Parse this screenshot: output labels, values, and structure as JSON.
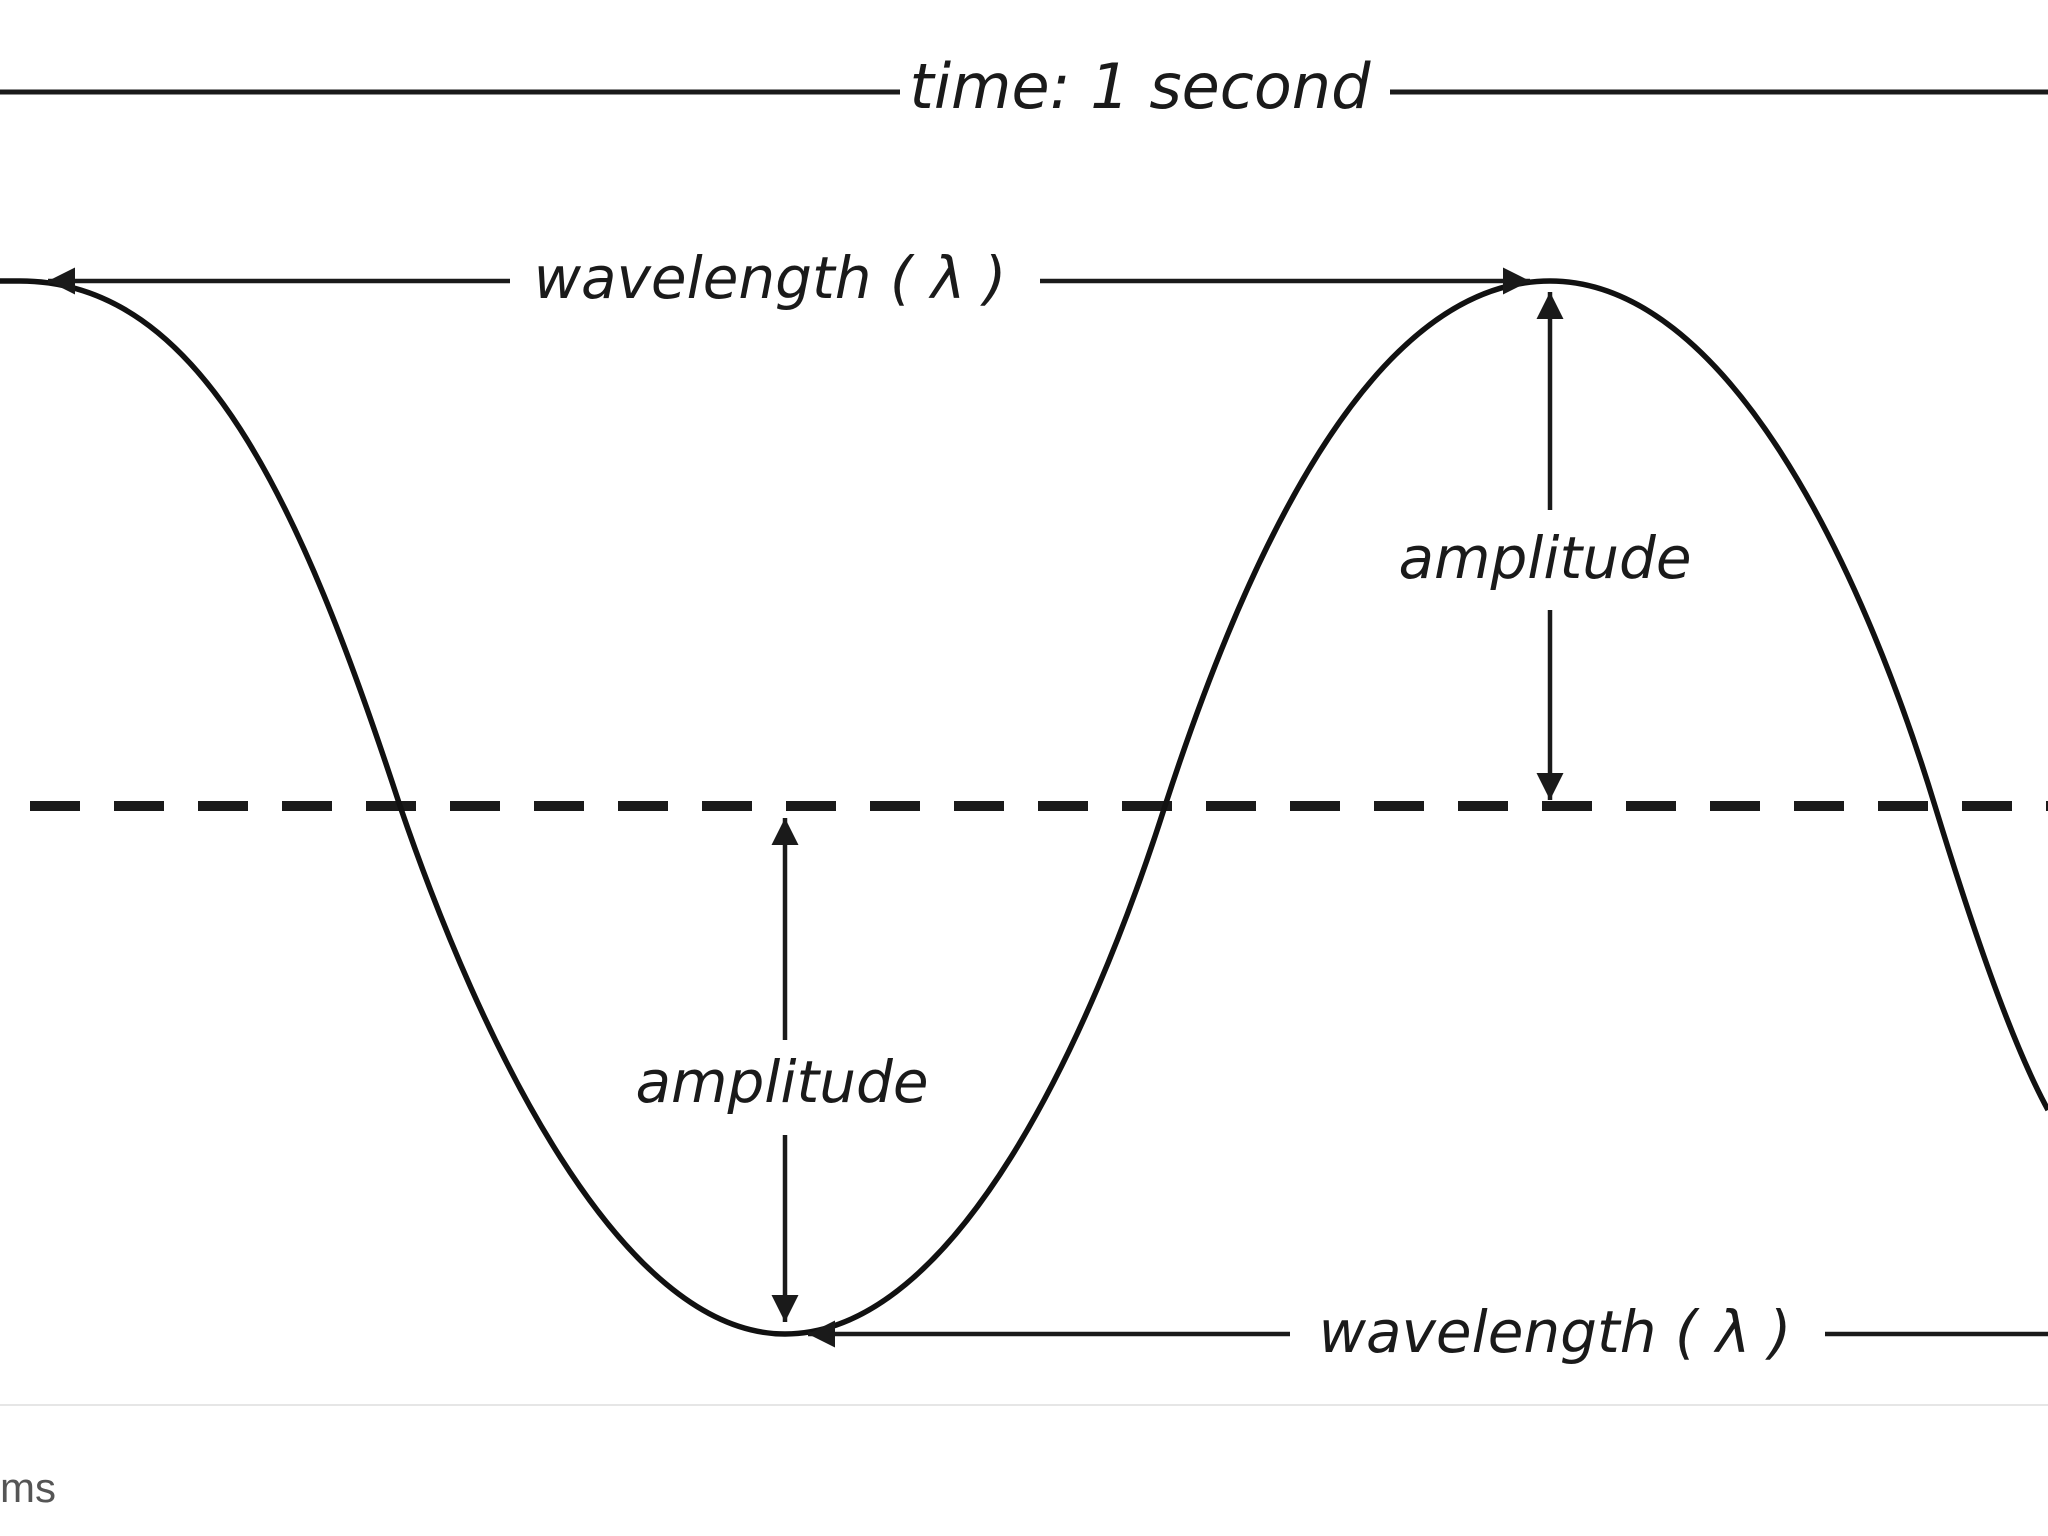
{
  "diagram": {
    "time_label": "time: 1 second",
    "wavelength_top_label": "wavelength ( λ )",
    "wavelength_bottom_label": "wavelength ( λ )",
    "amplitude_upper_label": "amplitude",
    "amplitude_lower_label": "amplitude"
  },
  "caption": {
    "text": "ms"
  }
}
